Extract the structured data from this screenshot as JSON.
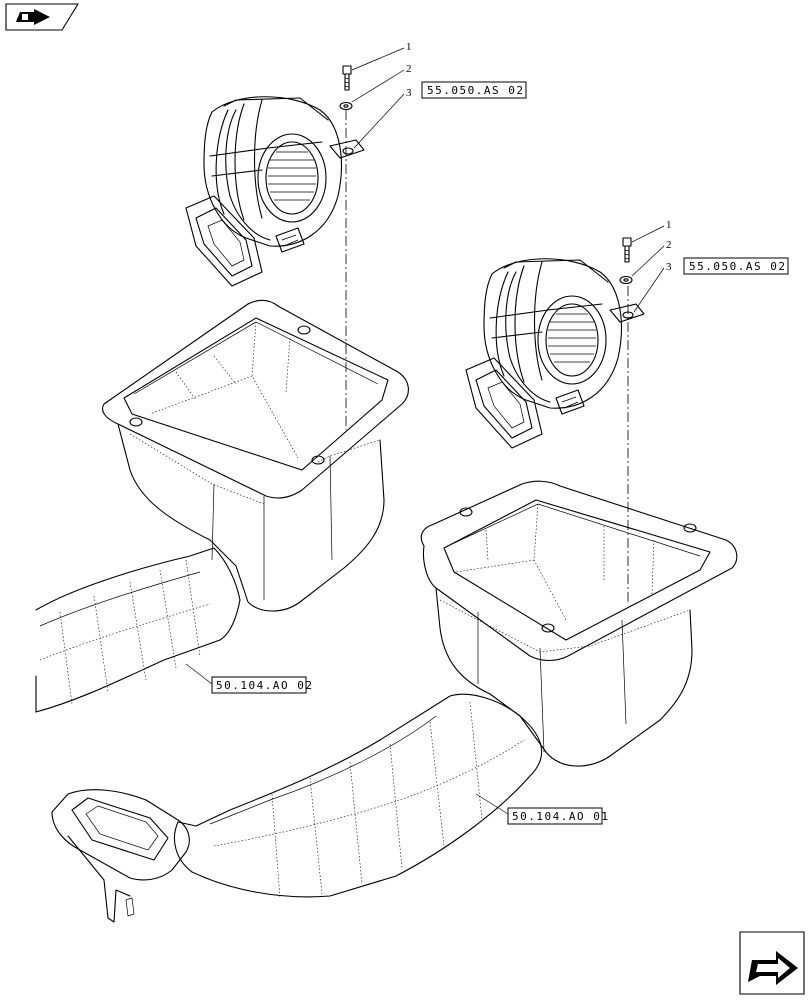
{
  "references": {
    "ref_upper_motor": "55.050.AS 02",
    "ref_lower_motor": "55.050.AS 02",
    "ref_upper_duct": "50.104.AO 02",
    "ref_lower_duct": "50.104.AO 01"
  },
  "item_numbers": {
    "upper": [
      "1",
      "2",
      "3"
    ],
    "lower": [
      "1",
      "2",
      "3"
    ]
  },
  "icons": {
    "top_left": "hand-pointing-icon",
    "bottom_right": "next-page-arrow-icon"
  }
}
